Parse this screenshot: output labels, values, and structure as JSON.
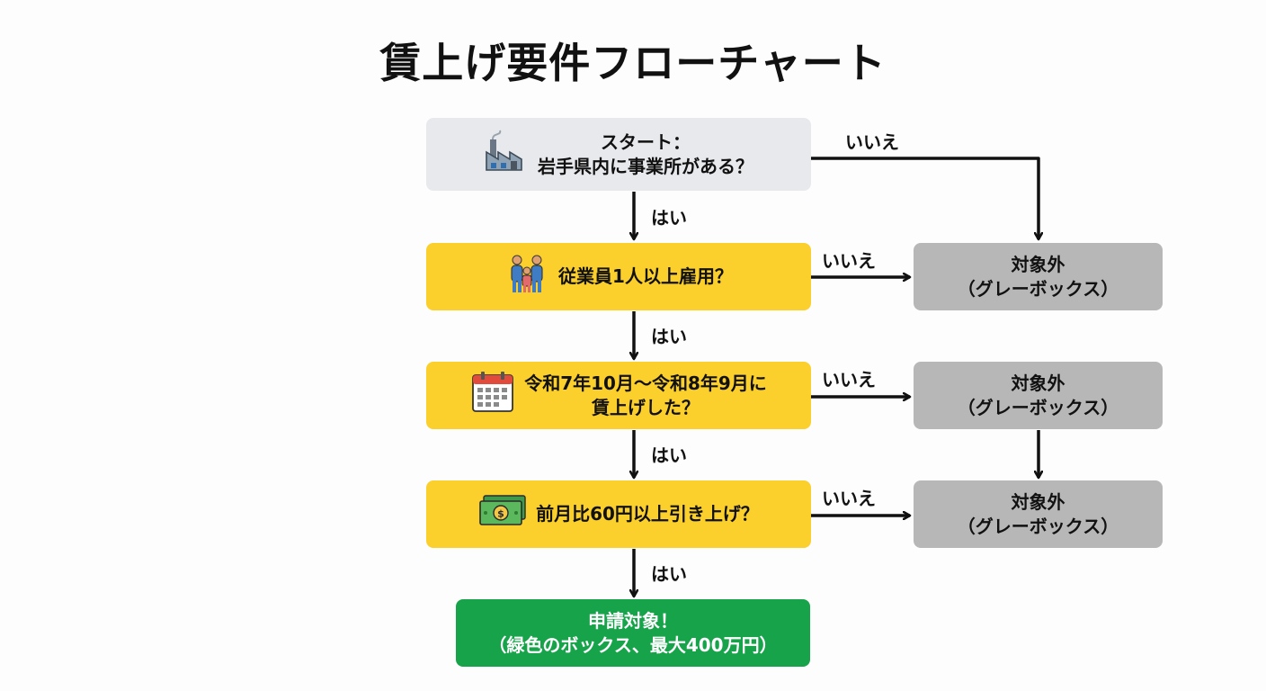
{
  "title": "賃上げ要件フローチャート",
  "start": {
    "line1": "スタート：",
    "line2": "岩手県内に事業所がある？",
    "icon": "factory-icon"
  },
  "q1": {
    "text": "従業員1人以上雇用？",
    "icon": "employees-icon"
  },
  "q2": {
    "line1": "令和7年10月〜令和8年9月に",
    "line2": "賃上げした？",
    "icon": "calendar-icon"
  },
  "q3": {
    "text": "前月比60円以上引き上げ？",
    "icon": "money-icon"
  },
  "result": {
    "line1": "申請対象！",
    "line2": "（緑色のボックス、最大400万円）"
  },
  "excluded": [
    {
      "line1": "対象外",
      "line2": "（グレーボックス）"
    },
    {
      "line1": "対象外",
      "line2": "（グレーボックス）"
    },
    {
      "line1": "対象外",
      "line2": "（グレーボックス）"
    }
  ],
  "labels": {
    "yes": "はい",
    "no": "いいえ"
  },
  "colors": {
    "start": "#e8e9ec",
    "question": "#fbcf2c",
    "excluded": "#b7b7b7",
    "result": "#17a34a"
  }
}
